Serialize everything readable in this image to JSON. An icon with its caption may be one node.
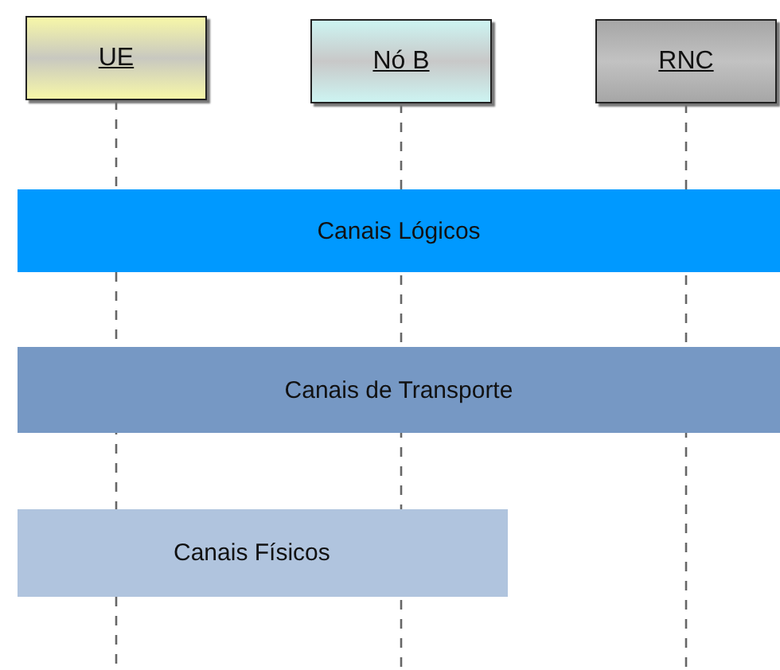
{
  "diagram": {
    "nodes": [
      {
        "text": [
          "UE"
        ]
      },
      {
        "text": [
          "Nó B"
        ]
      },
      {
        "text": [
          "RNC"
        ]
      },
      {
        "text": [
          "Canais Lógicos"
        ]
      },
      {
        "text": [
          "Canais de Transporte"
        ]
      },
      {
        "text": [
          "Canais Físicos"
        ]
      }
    ],
    "edges": [
      {
        "from": 0,
        "to": null,
        "arrow": "none",
        "style": "dashed"
      },
      {
        "from": 1,
        "to": null,
        "arrow": "none",
        "style": "dashed"
      },
      {
        "from": 2,
        "to": null,
        "arrow": "none",
        "style": "dashed"
      }
    ]
  }
}
